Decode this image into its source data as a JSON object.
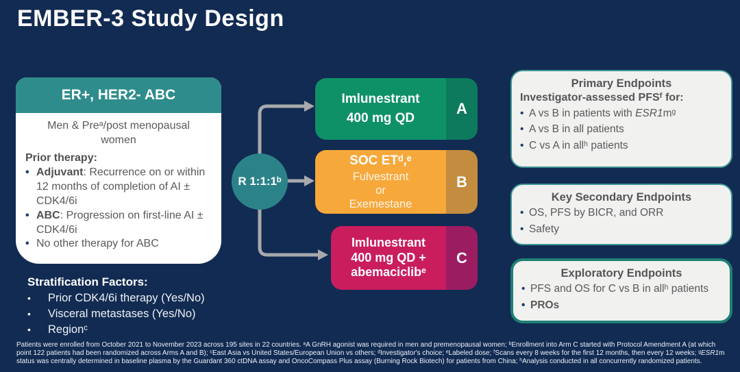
{
  "title": "EMBER-3 Study Design",
  "colors": {
    "background": "#122B52",
    "teal": "#2F8C8C",
    "arm_a_green": "#0F9168",
    "arm_a_dark": "#0D7A5D",
    "arm_b_orange": "#F7A83B",
    "arm_b_dark": "#C38C3E",
    "arm_c_magenta": "#C91D5E",
    "arm_c_dark": "#9C1C62",
    "panel_border": "#3F9793",
    "panel_fill": "#F1F1EF",
    "arrow_gray": "#A7A9AC"
  },
  "patient_box": {
    "header": "ER+, HER2- ABC",
    "subtitle": "Men & Preᵃ/post menopausal women",
    "prior_therapy_label": "Prior therapy:",
    "bullets": [
      {
        "lead": "Adjuvant",
        "rest": ": Recurrence on or within 12 months of completion of AI ± CDK4/6i"
      },
      {
        "lead": "ABC",
        "rest": ": Progression on first-line AI ± CDK4/6i"
      },
      {
        "lead": "",
        "rest": "No other therapy for ABC"
      }
    ]
  },
  "stratification": {
    "label": "Stratification Factors:",
    "items": [
      "Prior CDK4/6i therapy (Yes/No)",
      "Visceral metastases (Yes/No)",
      "Regionᶜ"
    ]
  },
  "randomization": {
    "label": "R 1:1:1ᵇ"
  },
  "arms": [
    {
      "letter": "A",
      "lines": [
        "Imlunestrant",
        "400 mg QD"
      ]
    },
    {
      "letter": "B",
      "title": "SOC ETᵈ,ᵉ",
      "lines": [
        "Fulvestrant",
        "or",
        "Exemestane"
      ]
    },
    {
      "letter": "C",
      "lines": [
        "Imlunestrant",
        "400 mg QD +",
        "abemaciclibᵉ"
      ]
    }
  ],
  "endpoints": {
    "primary": {
      "title": "Primary Endpoints",
      "subtitle": "Investigator-assessed PFSᶠ for:",
      "bullets": [
        {
          "pre": "A vs B in patients with ",
          "italic": "ESR1",
          "post": "mᵍ"
        },
        {
          "pre": "A vs B in all patients",
          "italic": "",
          "post": ""
        },
        {
          "pre": "C vs A in allʰ patients",
          "italic": "",
          "post": ""
        }
      ]
    },
    "secondary": {
      "title": "Key Secondary Endpoints",
      "bullets": [
        "OS, PFS by BICR, and ORR",
        "Safety"
      ]
    },
    "exploratory": {
      "title": "Exploratory Endpoints",
      "bullets_regular": "PFS and OS for C vs B in allʰ patients",
      "bullets_bold": "PROs"
    }
  },
  "footnote": {
    "pre": "Patients were enrolled from October 2021 to November 2023 across 195 sites in 22 countries. ᵃA GnRH agonist was required in men and premenopausal women; ᵇEnrollment into Arm C started with Protocol Amendment A (at which point 122 patients had been randomized across Arms A and B); ᶜEast Asia vs United States/European Union vs others; ᵈInvestigator's choice; ᵉLabeled dose; ᶠScans every 8 weeks for the first 12 months, then every 12 weeks; ᵍ",
    "italic": "ESR1",
    "post": "m status was centrally determined in baseline plasma by the Guardant 360 ctDNA assay and OncoCompass Plus assay (Burning Rock Biotech) for patients from China; ʰAnalysis conducted in all concurrently randomized patients."
  }
}
